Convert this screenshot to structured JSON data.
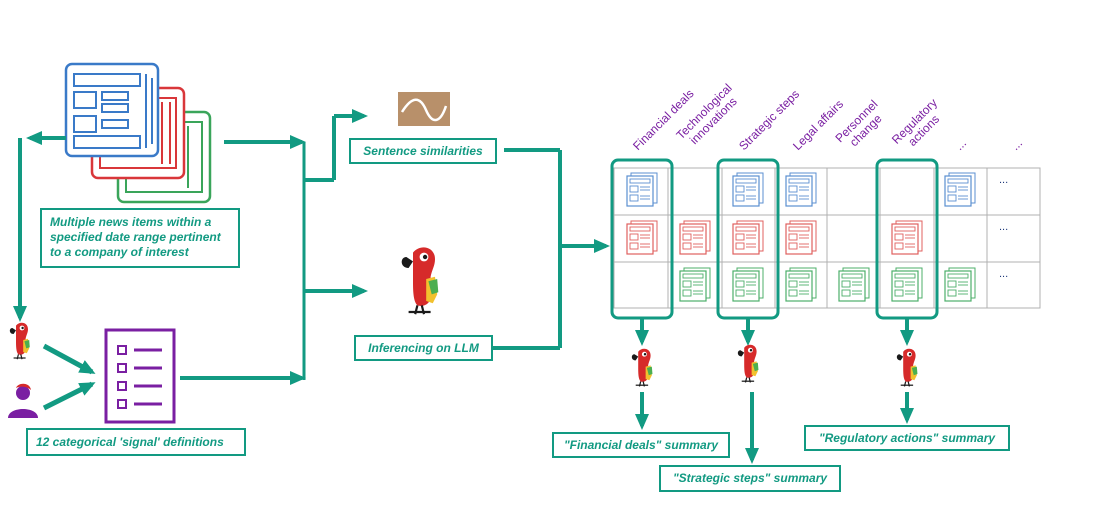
{
  "news_box": "Multiple news items within a specified date range pertinent to a company of interest",
  "signal_box": "12 categorical 'signal' definitions",
  "similarity_box": "Sentence similarities",
  "llm_box": "Inferencing on LLM",
  "columns": [
    "Financial deals",
    "Technological innovations",
    "Strategic steps",
    "Legal affairs",
    "Personnel change",
    "Regulatory actions",
    "...",
    "..."
  ],
  "cell_ellipsis": "...",
  "summaries": {
    "financial": "\"Financial deals\" summary",
    "strategic": "\"Strategic steps\" summary",
    "regulatory": "\"Regulatory actions\" summary"
  },
  "colors": {
    "teal": "#129a82",
    "purple": "#7a1fa2",
    "blue": "#3a7ac8",
    "red": "#d9373a",
    "green": "#3aa55a"
  }
}
